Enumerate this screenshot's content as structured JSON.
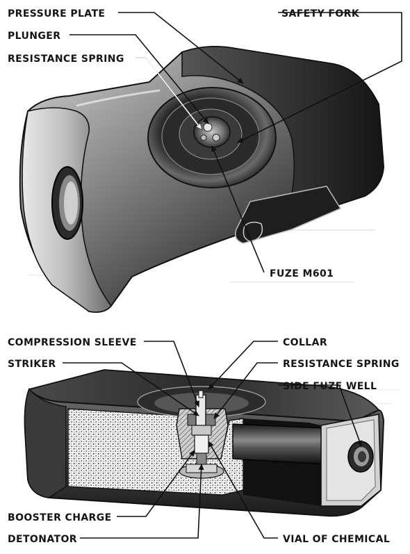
{
  "figure": {
    "top": {
      "labels": {
        "pressure_plate": "PRESSURE PLATE",
        "plunger": "PLUNGER",
        "resistance_spring": "RESISTANCE SPRING",
        "safety_fork": "SAFETY FORK",
        "fuze": "FUZE M601"
      }
    },
    "bottom": {
      "labels": {
        "compression_sleeve": "COMPRESSION SLEEVE",
        "striker": "STRIKER",
        "collar": "COLLAR",
        "resistance_spring": "RESISTANCE SPRING",
        "side_fuze_well": "SIDE FUZE WELL",
        "booster_charge": "BOOSTER CHARGE",
        "detonator": "DETONATOR",
        "vial_of_chemical": "VIAL OF CHEMICAL"
      }
    }
  }
}
